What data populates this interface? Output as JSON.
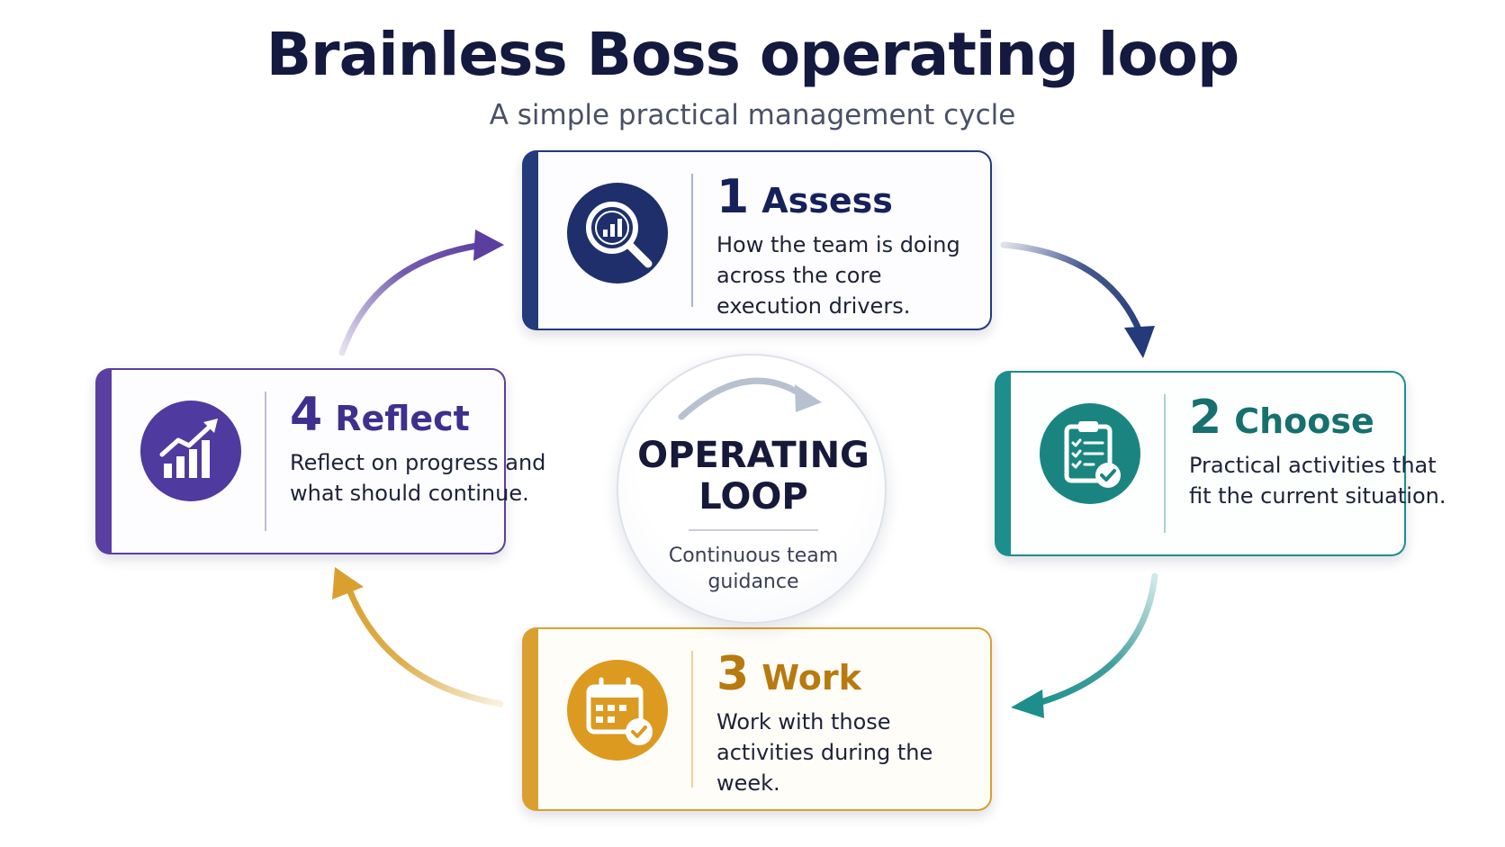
{
  "header": {
    "title": "Brainless Boss operating loop",
    "subtitle": "A simple practical management cycle"
  },
  "hub": {
    "title": "OPERATING LOOP",
    "caption": "Continuous team guidance"
  },
  "steps": [
    {
      "number": "1",
      "label": "Assess",
      "description": "How the team is doing across the core execution drivers.",
      "icon": "magnifier-chart-icon",
      "color": "#243a7a"
    },
    {
      "number": "2",
      "label": "Choose",
      "description": "Practical activities that fit the current situation.",
      "icon": "clipboard-checklist-icon",
      "color": "#1d8e8c"
    },
    {
      "number": "3",
      "label": "Work",
      "description": "Work with those activities during the week.",
      "icon": "calendar-check-icon",
      "color": "#d9a030"
    },
    {
      "number": "4",
      "label": "Reflect",
      "description": "Reflect on progress and what should continue.",
      "icon": "growth-chart-icon",
      "color": "#5a3fa0"
    }
  ]
}
